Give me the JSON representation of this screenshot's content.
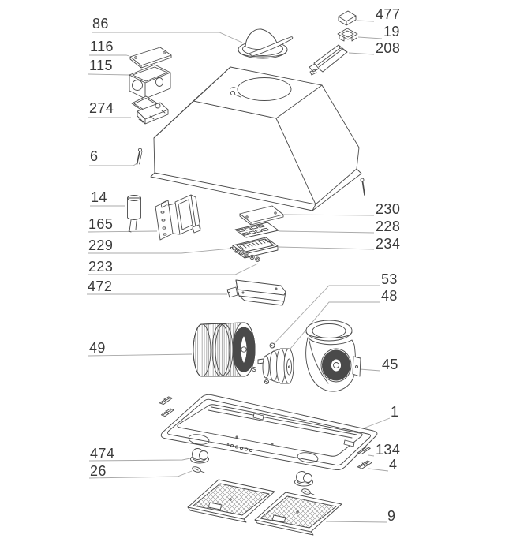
{
  "diagram_type": "exploded-parts-view",
  "colors": {
    "background": "#ffffff",
    "part_line": "#4a4a4a",
    "leader_line": "#a8a8a8",
    "label_text": "#3a3a3a"
  },
  "labels": {
    "p86": "86",
    "p116": "116",
    "p115": "115",
    "p274": "274",
    "p6": "6",
    "p14": "14",
    "p165": "165",
    "p229": "229",
    "p223": "223",
    "p472": "472",
    "p49": "49",
    "p474": "474",
    "p26": "26",
    "p477": "477",
    "p19": "19",
    "p208": "208",
    "p230": "230",
    "p228": "228",
    "p234": "234",
    "p53": "53",
    "p48": "48",
    "p45": "45",
    "p1": "1",
    "p134": "134",
    "p4": "4",
    "p9": "9"
  }
}
